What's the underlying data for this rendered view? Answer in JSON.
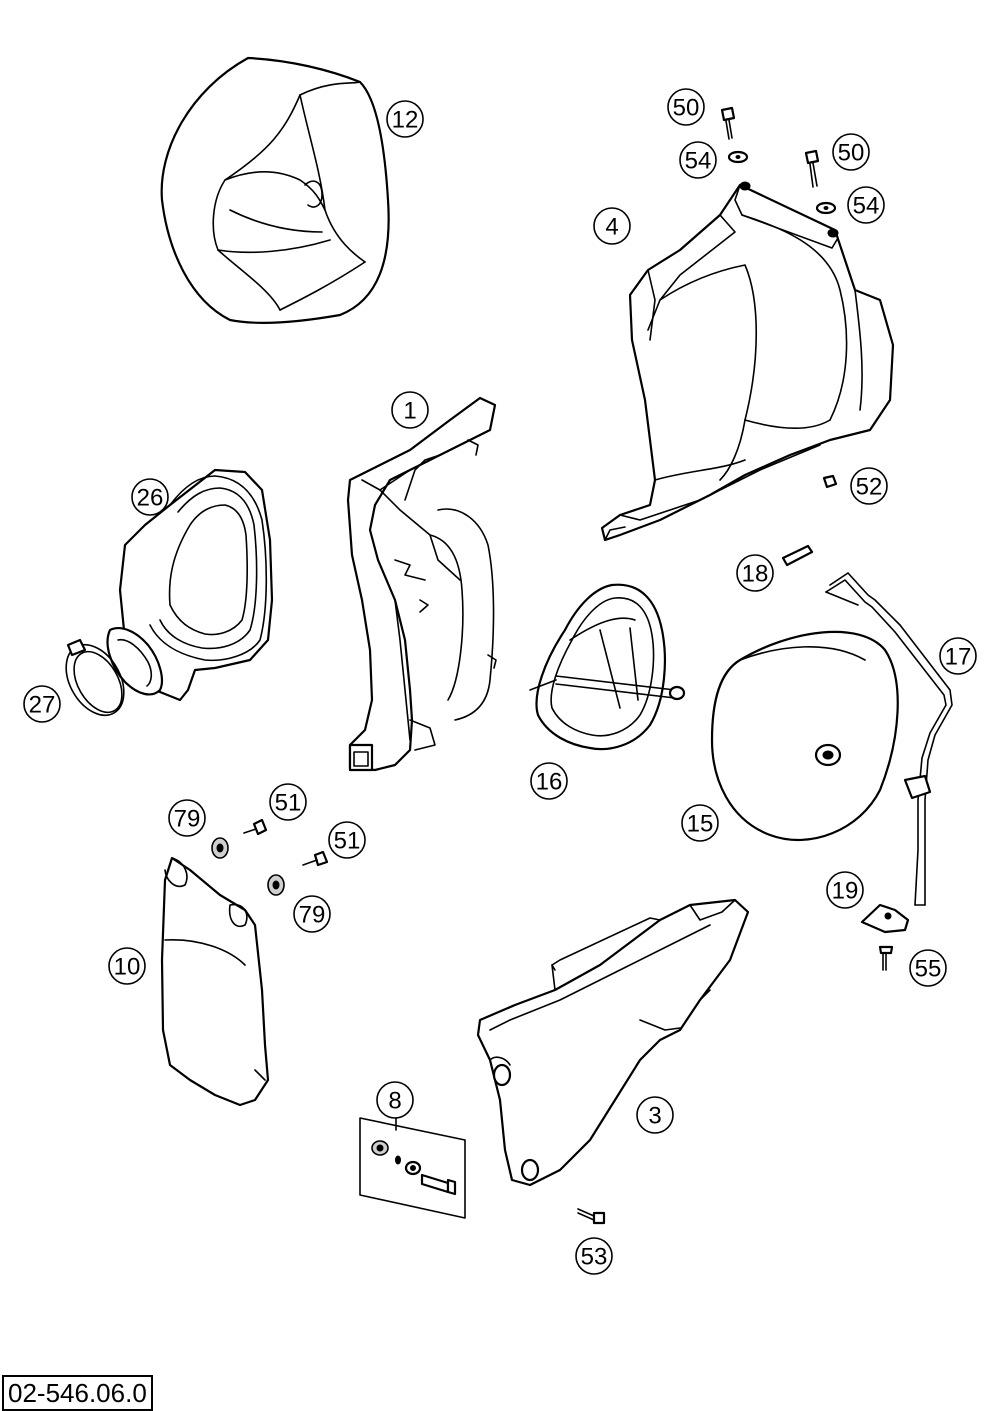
{
  "document_number": "02-546.06.0",
  "callouts": [
    {
      "id": "p12",
      "label": "12"
    },
    {
      "id": "p50a",
      "label": "50"
    },
    {
      "id": "p54a",
      "label": "54"
    },
    {
      "id": "p50b",
      "label": "50"
    },
    {
      "id": "p54b",
      "label": "54"
    },
    {
      "id": "p4",
      "label": "4"
    },
    {
      "id": "p1",
      "label": "1"
    },
    {
      "id": "p26",
      "label": "26"
    },
    {
      "id": "p52",
      "label": "52"
    },
    {
      "id": "p18",
      "label": "18"
    },
    {
      "id": "p17",
      "label": "17"
    },
    {
      "id": "p27",
      "label": "27"
    },
    {
      "id": "p16",
      "label": "16"
    },
    {
      "id": "p15",
      "label": "15"
    },
    {
      "id": "p79a",
      "label": "79"
    },
    {
      "id": "p51a",
      "label": "51"
    },
    {
      "id": "p51b",
      "label": "51"
    },
    {
      "id": "p79b",
      "label": "79"
    },
    {
      "id": "p19",
      "label": "19"
    },
    {
      "id": "p10",
      "label": "10"
    },
    {
      "id": "p55",
      "label": "55"
    },
    {
      "id": "p8",
      "label": "8"
    },
    {
      "id": "p3",
      "label": "3"
    },
    {
      "id": "p53",
      "label": "53"
    }
  ]
}
